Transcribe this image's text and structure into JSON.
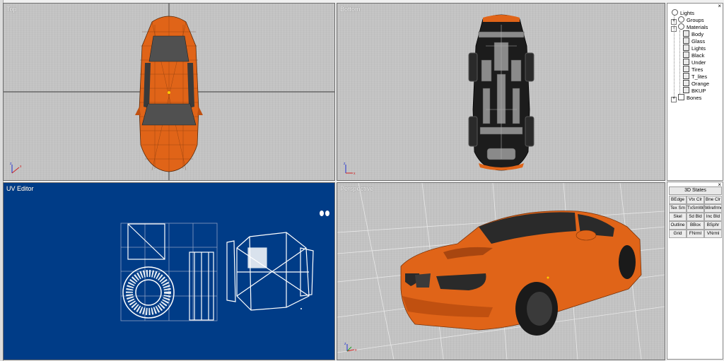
{
  "viewports": {
    "top": {
      "title": "Top"
    },
    "bottom": {
      "title": "Bottom"
    },
    "uv": {
      "title": "UV Editor"
    },
    "perspective": {
      "title": "Perspective"
    }
  },
  "tree": {
    "close": "×",
    "items": [
      {
        "label": "Lights",
        "level": 0,
        "expander": ""
      },
      {
        "label": "Groups",
        "level": 0,
        "expander": "+"
      },
      {
        "label": "Materials",
        "level": 0,
        "expander": "-"
      },
      {
        "label": "Body",
        "level": 1
      },
      {
        "label": "Glass",
        "level": 1
      },
      {
        "label": "Lights",
        "level": 1
      },
      {
        "label": "Black",
        "level": 1
      },
      {
        "label": "Under",
        "level": 1
      },
      {
        "label": "Tires",
        "level": 1
      },
      {
        "label": "T_lites",
        "level": 1
      },
      {
        "label": "Orange",
        "level": 1
      },
      {
        "label": "BKUP",
        "level": 1
      },
      {
        "label": "Bones",
        "level": 0,
        "expander": "+"
      }
    ]
  },
  "states": {
    "close": "×",
    "header": "3D States",
    "buttons": [
      "BEdge",
      "Vtx Clr",
      "Bne Clr",
      "Tex Sm",
      "TxSmWr",
      "Wirefrme",
      "Skel",
      "Sd Bld",
      "Inc Bld",
      "Outline",
      "BBox",
      "BSphr",
      "Grid",
      "FNrml",
      "VNrml"
    ]
  },
  "colors": {
    "car_orange": "#e06418",
    "uv_background": "#003c87",
    "viewport_gray": "#c3c3c3",
    "axis_x": "#d02020",
    "axis_y": "#20a020",
    "axis_z": "#2030d0"
  }
}
